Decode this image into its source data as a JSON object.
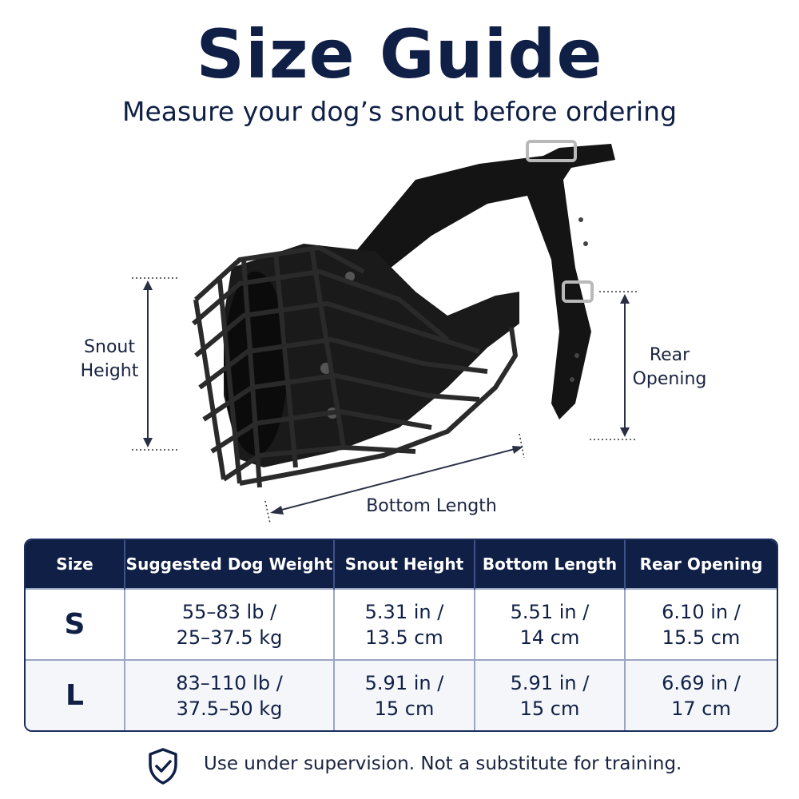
{
  "header": {
    "title": "Size Guide",
    "subtitle": "Measure your dog’s snout before ordering"
  },
  "dimensions": {
    "snout_height": [
      "Snout",
      "Height"
    ],
    "rear_opening": [
      "Rear",
      "Opening"
    ],
    "bottom_length": "Bottom Length"
  },
  "table": {
    "headers": [
      "Size",
      "Suggested Dog Weight",
      "Snout Height",
      "Bottom Length",
      "Rear Opening"
    ],
    "rows": [
      {
        "size": "S",
        "weight": [
          "55–83 lb /",
          "25–37.5 kg"
        ],
        "snout_height": [
          "5.31 in /",
          "13.5 cm"
        ],
        "bottom_length": [
          "5.51 in /",
          "14 cm"
        ],
        "rear_opening": [
          "6.10 in /",
          "15.5 cm"
        ]
      },
      {
        "size": "L",
        "weight": [
          "83–110 lb /",
          "37.5–50 kg"
        ],
        "snout_height": [
          "5.91 in /",
          "15 cm"
        ],
        "bottom_length": [
          "5.91 in /",
          "15 cm"
        ],
        "rear_opening": [
          "6.69 in /",
          "17 cm"
        ]
      }
    ]
  },
  "footer": {
    "icon": "shield-check-icon",
    "note": "Use under supervision. Not a substitute for training."
  },
  "colors": {
    "navy": "#0f1f45",
    "grid": "#9aa6c4"
  }
}
